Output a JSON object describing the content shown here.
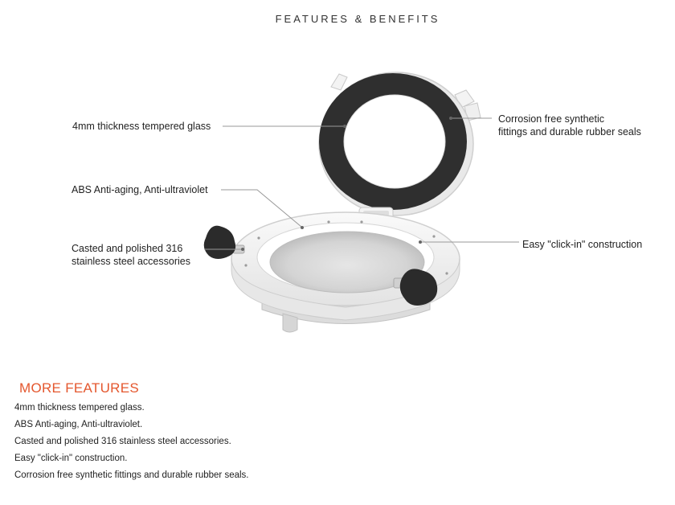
{
  "heading": "FEATURES & BENEFITS",
  "callouts": {
    "glass": "4mm thickness tempered glass",
    "abs": "ABS Anti-aging, Anti-ultraviolet",
    "steel_line1": "Casted and polished 316",
    "steel_line2": "stainless steel accessories",
    "seals_line1": "Corrosion free synthetic",
    "seals_line2": "fittings and durable rubber seals",
    "clickin": "Easy \"click-in\" construction"
  },
  "more_features": {
    "title": "MORE FEATURES",
    "items": [
      "4mm thickness tempered glass.",
      "ABS Anti-aging, Anti-ultraviolet.",
      "Casted and polished 316 stainless steel accessories.",
      "Easy \"click-in\" construction.",
      "Corrosion free synthetic fittings and durable rubber seals."
    ]
  },
  "colors": {
    "accent": "#e4572e",
    "rubber_seal": "#2f2f2f",
    "frame": "#f2f2f2"
  }
}
